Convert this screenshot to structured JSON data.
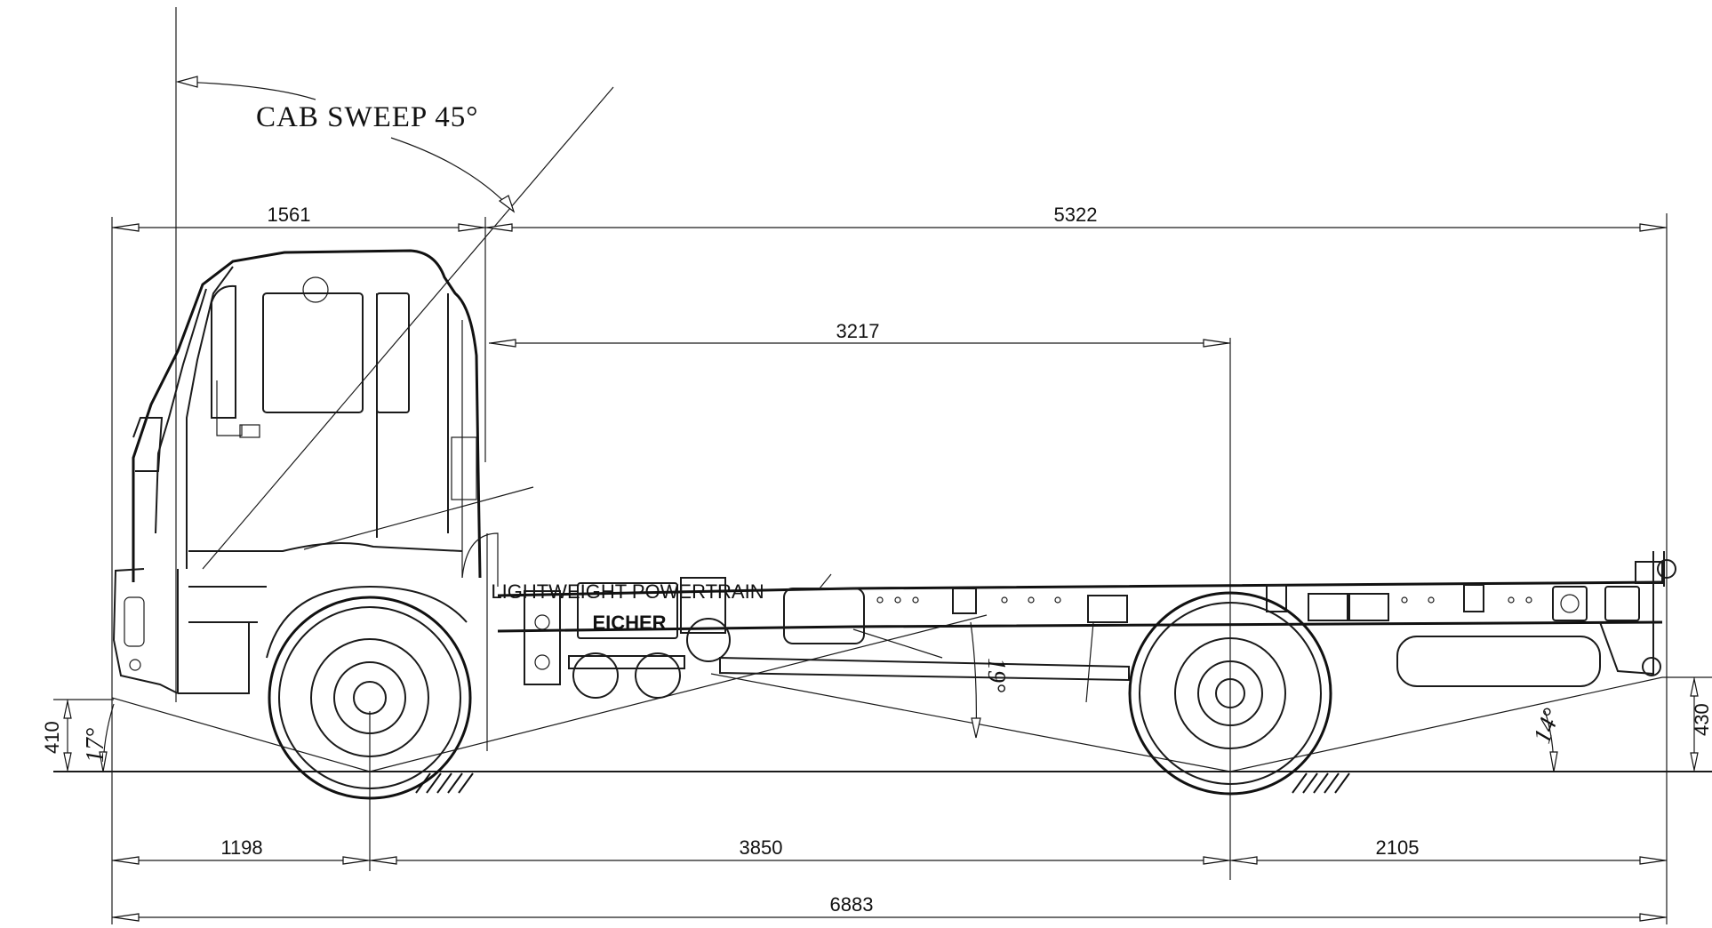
{
  "annotations": {
    "cab_sweep": "CAB SWEEP 45°",
    "approach_angle": "17°",
    "ramp_angle": "19°",
    "departure_angle": "14°"
  },
  "dimensions": {
    "cab_front_to_back": "1561",
    "back_of_cab_to_end": "5322",
    "back_of_cab_to_rear_axle": "3217",
    "front_overhang": "1198",
    "wheelbase": "3850",
    "rear_overhang": "2105",
    "overall_length": "6883",
    "front_ground_clearance": "410",
    "rear_ground_clearance": "430"
  },
  "branding": {
    "logo": "EICHER",
    "component_label": "LIGHTWEIGHT POWERTRAIN"
  }
}
